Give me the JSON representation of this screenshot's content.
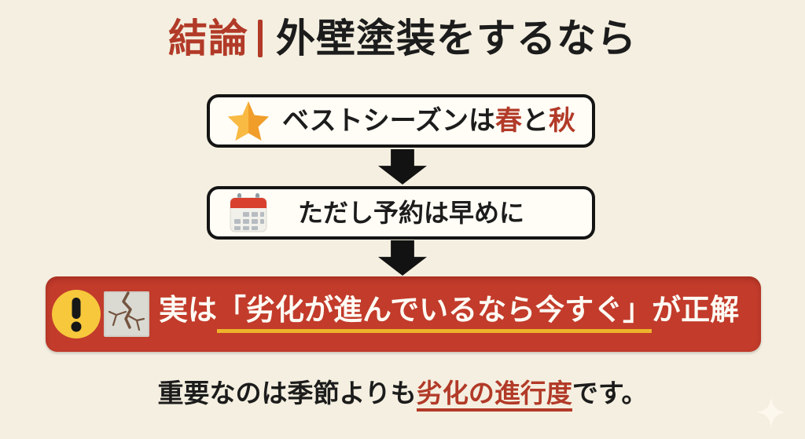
{
  "title": {
    "badge": "結論",
    "text": "外壁塗装をするなら"
  },
  "steps": [
    {
      "icon": "star-icon",
      "prefix": "ベストシーズンは",
      "spring": "春",
      "connector": "と",
      "autumn": "秋"
    },
    {
      "icon": "calendar-icon",
      "text": "ただし予約は早めに"
    }
  ],
  "alert": {
    "icons": [
      "warning-icon",
      "cracked-wall-icon"
    ],
    "prefix": "実は",
    "highlight": "「劣化が進んでいるなら今すぐ」",
    "suffix": "が正解"
  },
  "footer": {
    "prefix": "重要なのは季節よりも",
    "highlight": "劣化の進行度",
    "suffix": "です。"
  },
  "decorations": {
    "corner": "sparkle-icon",
    "flow_connectors": "black-down-arrows"
  },
  "colors": {
    "background": "#f4efe0",
    "accent_red": "#b23a28",
    "alert_background": "#c23b2b",
    "alert_text": "#fdfbf4",
    "underline_yellow": "#edb32c",
    "box_background": "#fffdf6",
    "box_border": "#141414",
    "text_black": "#1c1c1c",
    "star_orange": "#f09d2a",
    "warning_yellow": "#f7c73c"
  }
}
